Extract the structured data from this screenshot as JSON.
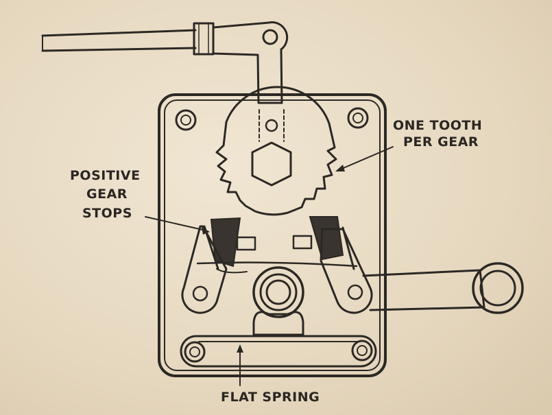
{
  "labels": {
    "one_tooth_line1": "ONE TOOTH",
    "one_tooth_line2": "PER GEAR",
    "gear_stops_line1": "POSITIVE",
    "gear_stops_line2": "GEAR",
    "gear_stops_line3": "STOPS",
    "flat_spring": "FLAT SPRING"
  },
  "colors": {
    "paper": "#e9dcc6",
    "ink": "#2b2824"
  }
}
